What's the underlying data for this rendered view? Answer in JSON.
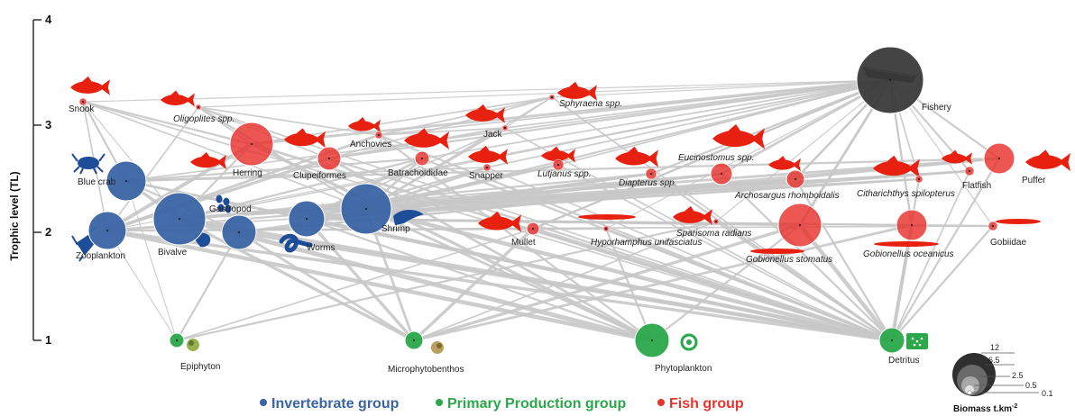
{
  "axis": {
    "title": "Trophic level (TL)",
    "ticks": [
      "1",
      "2",
      "3",
      "4"
    ]
  },
  "groups": {
    "invert": {
      "label": "Invertebrate group",
      "color": "#3a64a4"
    },
    "primary": {
      "label": "Primary Production group",
      "color": "#2aa84a"
    },
    "fish": {
      "label": "Fish group",
      "color": "#e8322e"
    },
    "fishery": {
      "label": "",
      "color": "#3a3a3a"
    }
  },
  "biomass_legend": {
    "title": "Biomass t.km",
    "title_sup": "-2",
    "values": [
      "12",
      "6.5",
      "2.5",
      "0.5",
      "0.1"
    ]
  },
  "nodes": [
    {
      "id": "snook",
      "label": "Snook",
      "group": "fish"
    },
    {
      "id": "oligo",
      "label": "Oligoplites spp.",
      "group": "fish",
      "italic": true
    },
    {
      "id": "sphyraena",
      "label": "Sphyraena spp.",
      "group": "fish",
      "italic": true
    },
    {
      "id": "fishery",
      "label": "Fishery",
      "group": "fishery"
    },
    {
      "id": "anchovies",
      "label": "Anchovies",
      "group": "fish"
    },
    {
      "id": "jack",
      "label": "Jack",
      "group": "fish"
    },
    {
      "id": "herring",
      "label": "Herring",
      "group": "fish"
    },
    {
      "id": "clupei",
      "label": "Clupeiformes",
      "group": "fish"
    },
    {
      "id": "batracho",
      "label": "Batrachoididae",
      "group": "fish"
    },
    {
      "id": "snapper",
      "label": "Snapper",
      "group": "fish"
    },
    {
      "id": "lutjanus",
      "label": "Lutjanus spp.",
      "group": "fish",
      "italic": true
    },
    {
      "id": "diapterus",
      "label": "Diapterus spp.",
      "group": "fish",
      "italic": true
    },
    {
      "id": "eucino",
      "label": "Eucinostomus spp.",
      "group": "fish",
      "italic": true
    },
    {
      "id": "archo",
      "label": "Archosargus rhomboidalis",
      "group": "fish",
      "italic": true
    },
    {
      "id": "cithar",
      "label": "Citharichthys spilopterus",
      "group": "fish",
      "italic": true
    },
    {
      "id": "flatfish",
      "label": "Flatfish",
      "group": "fish"
    },
    {
      "id": "puffer",
      "label": "Puffer",
      "group": "fish"
    },
    {
      "id": "bluecrab",
      "label": "Blue crab",
      "group": "invert"
    },
    {
      "id": "gastropod",
      "label": "Gastropod",
      "group": "invert"
    },
    {
      "id": "zooplankton",
      "label": "Zooplankton",
      "group": "invert"
    },
    {
      "id": "bivalve",
      "label": "Bivalve",
      "group": "invert"
    },
    {
      "id": "worms",
      "label": "Worms",
      "group": "invert"
    },
    {
      "id": "shrimp",
      "label": "Shrimp",
      "group": "invert"
    },
    {
      "id": "mullet",
      "label": "Mullet",
      "group": "fish"
    },
    {
      "id": "hypo",
      "label": "Hyporhamphus unifasciatus",
      "group": "fish",
      "italic": true
    },
    {
      "id": "sparisoma",
      "label": "Sparisoma radians",
      "group": "fish",
      "italic": true
    },
    {
      "id": "gstomatus",
      "label": "Gobionellus stomatus",
      "group": "fish",
      "italic": true
    },
    {
      "id": "goceanicus",
      "label": "Gobionellus oceanicus",
      "group": "fish",
      "italic": true
    },
    {
      "id": "gobiidae",
      "label": "Gobiidae",
      "group": "fish"
    },
    {
      "id": "epiphyton",
      "label": "Epiphyton",
      "group": "primary"
    },
    {
      "id": "microphyto",
      "label": "Microphytobenthos",
      "group": "primary"
    },
    {
      "id": "phyto",
      "label": "Phytoplankton",
      "group": "primary"
    },
    {
      "id": "detritus",
      "label": "Detritus",
      "group": "primary"
    }
  ]
}
